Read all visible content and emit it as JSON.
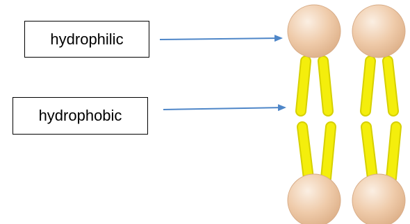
{
  "labels": {
    "hydrophilic": "hydrophilic",
    "hydrophobic": "hydrophobic"
  },
  "colors": {
    "head": "#efc9a8",
    "tail": "#f4ee0c",
    "tail_edge": "#d6d000",
    "arrow": "#4e86c8",
    "box_border": "#000000"
  },
  "diagram": {
    "structure": "phospholipid-bilayer",
    "molecules_per_leaflet": 2,
    "tails_per_molecule": 2,
    "leaflets": 2
  }
}
